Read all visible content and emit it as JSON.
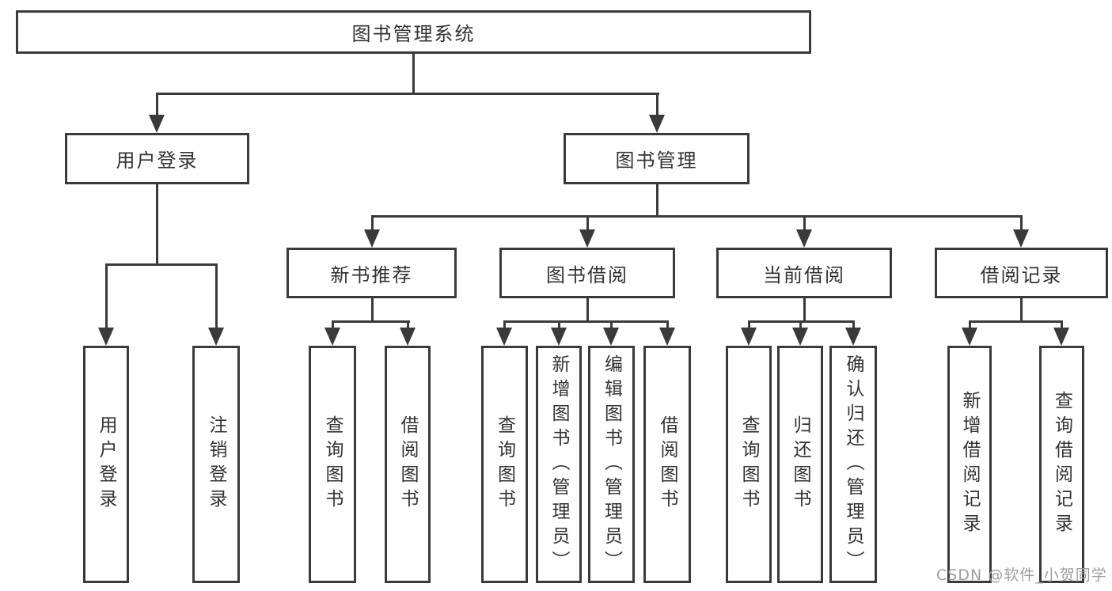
{
  "theme": {
    "line": "#3a3a3a",
    "text": "#333333",
    "bg": "#ffffff",
    "watermark": "#9e9e9e"
  },
  "watermark": "CSDN @软件_小贺同学",
  "diagram": {
    "root": {
      "label": "图书管理系统",
      "children": [
        {
          "label": "用户登录",
          "children": [
            {
              "label": "用户登录"
            },
            {
              "label": "注销登录"
            }
          ]
        },
        {
          "label": "图书管理",
          "children": [
            {
              "label": "新书推荐",
              "children": [
                {
                  "label": "查询图书"
                },
                {
                  "label": "借阅图书"
                }
              ]
            },
            {
              "label": "图书借阅",
              "children": [
                {
                  "label": "查询图书"
                },
                {
                  "label": "新增图书（管理员）"
                },
                {
                  "label": "编辑图书（管理员）"
                },
                {
                  "label": "借阅图书"
                }
              ]
            },
            {
              "label": "当前借阅",
              "children": [
                {
                  "label": "查询图书"
                },
                {
                  "label": "归还图书"
                },
                {
                  "label": "确认归还（管理员）"
                }
              ]
            },
            {
              "label": "借阅记录",
              "children": [
                {
                  "label": "新增借阅记录"
                },
                {
                  "label": "查询借阅记录"
                }
              ]
            }
          ]
        }
      ]
    }
  }
}
